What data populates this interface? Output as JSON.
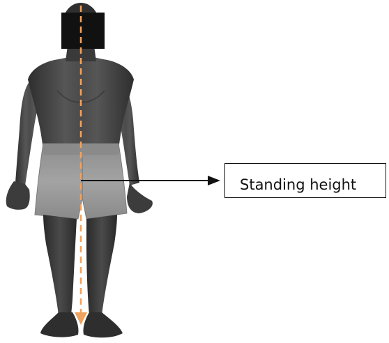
{
  "label": {
    "text": "Standing height"
  },
  "colors": {
    "measure_line": "#f0a35e",
    "pointer_arrow": "#111111",
    "skin": "#4a4a4a",
    "skin_shadow": "#333333",
    "shorts": "#9a9a9a",
    "head_mask": "#111111"
  },
  "icons": {
    "figure": "standing-person-figure",
    "measure": "vertical-dashed-arrow",
    "pointer": "right-arrow"
  }
}
